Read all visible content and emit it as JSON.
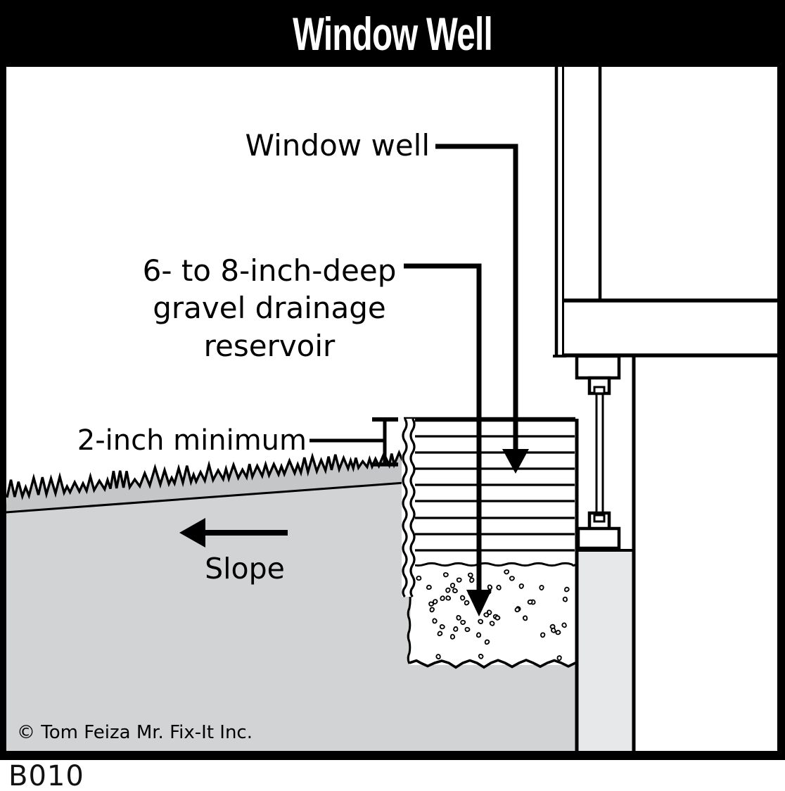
{
  "title": "Window Well",
  "diagram": {
    "labels": {
      "window_well": "Window well",
      "gravel_line1": "6- to 8-inch-deep",
      "gravel_line2": "gravel drainage",
      "gravel_line3": "reservoir",
      "min_clearance": "2-inch minimum",
      "slope": "Slope"
    },
    "copyright": "© Tom Feiza Mr. Fix-It Inc.",
    "code": "B010"
  },
  "colors": {
    "line": "#000000",
    "title_bg": "#000000",
    "title_text": "#ffffff",
    "paper": "#ffffff",
    "soil": "#d1d3d4",
    "sod": "#c4c6c8",
    "foundation": "#e7e8ea"
  }
}
